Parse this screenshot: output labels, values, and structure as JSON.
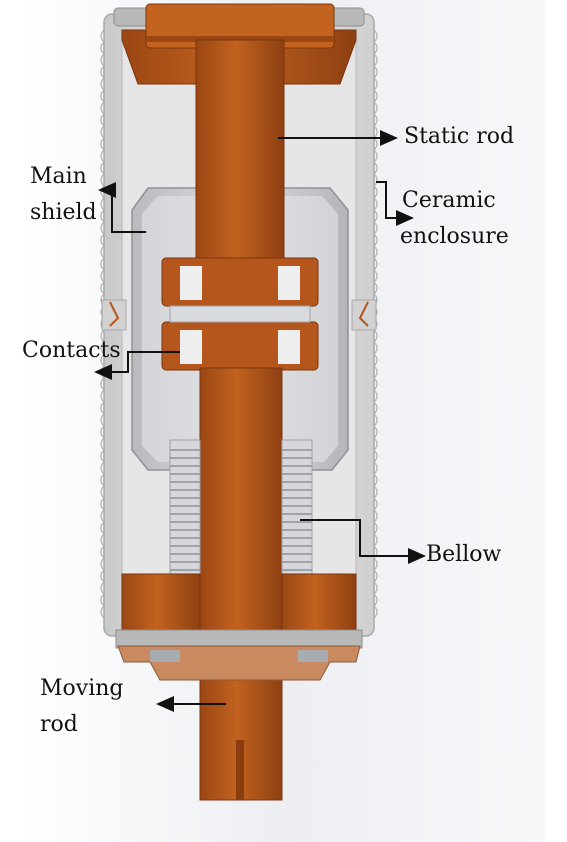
{
  "labels": {
    "static_rod": "Static rod",
    "main_shield_1": "Main",
    "main_shield_2": "shield",
    "ceramic_1": "Ceramic",
    "ceramic_2": "enclosure",
    "contacts": "Contacts",
    "bellow": "Bellow",
    "moving_rod_1": "Moving",
    "moving_rod_2": "rod"
  },
  "colors": {
    "copper": "#b5571c",
    "copper_dark": "#8a3e10",
    "copper_light": "#cf7434",
    "ceramic": "#d8d8d8",
    "shield": "#c7c9cc",
    "background": "#eef0f4"
  }
}
